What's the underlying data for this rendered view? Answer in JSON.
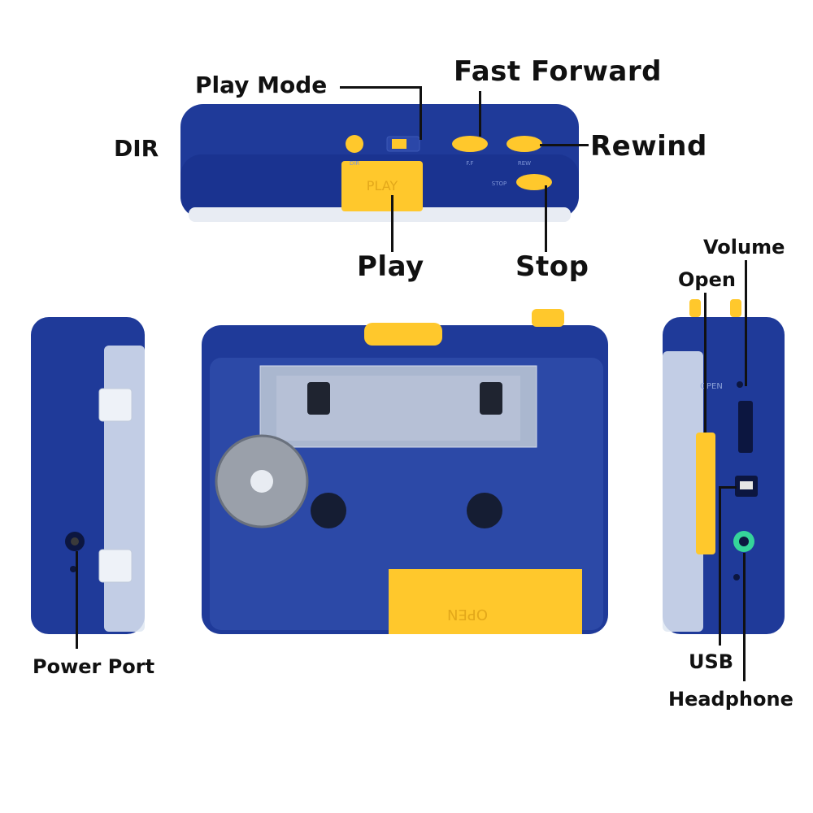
{
  "labels": {
    "play_mode": "Play Mode",
    "fast_forward": "Fast Forward",
    "dir": "DIR",
    "rewind": "Rewind",
    "play": "Play",
    "stop": "Stop",
    "volume": "Volume",
    "open": "Open",
    "power_port": "Power Port",
    "usb": "USB",
    "headphone": "Headphone"
  },
  "device_text": {
    "play_button": "PLAY",
    "dir_mark": "DIR",
    "ff_mark": "F.F",
    "rew_mark": "REW",
    "stop_mark": "STOP",
    "open_door": "OPEN",
    "open_side": "OPEN"
  },
  "colors": {
    "body_blue": "#1f3a99",
    "body_blue_dark": "#142a78",
    "accent_yellow": "#ffc82c",
    "label_text": "#111111"
  }
}
